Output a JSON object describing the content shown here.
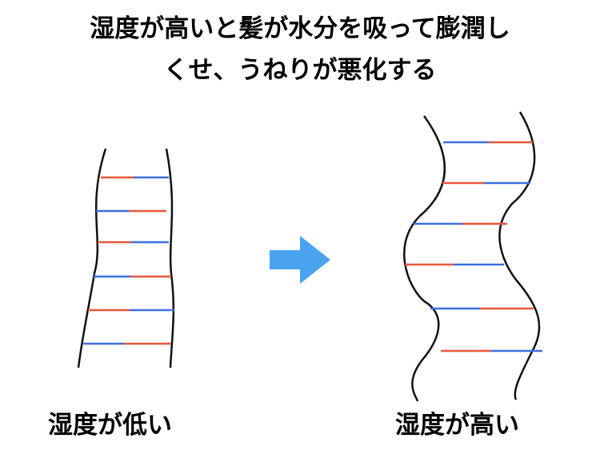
{
  "title": {
    "line1": "湿度が高いと髪が水分を吸って膨潤し",
    "line2": "くせ、うねりが悪化する"
  },
  "labels": {
    "low": "湿度が低い",
    "high": "湿度が高い"
  },
  "colors": {
    "red": "#E8563A",
    "blue": "#3D6FE0",
    "arrow": "#4AA3EE",
    "outline": "#111111"
  }
}
